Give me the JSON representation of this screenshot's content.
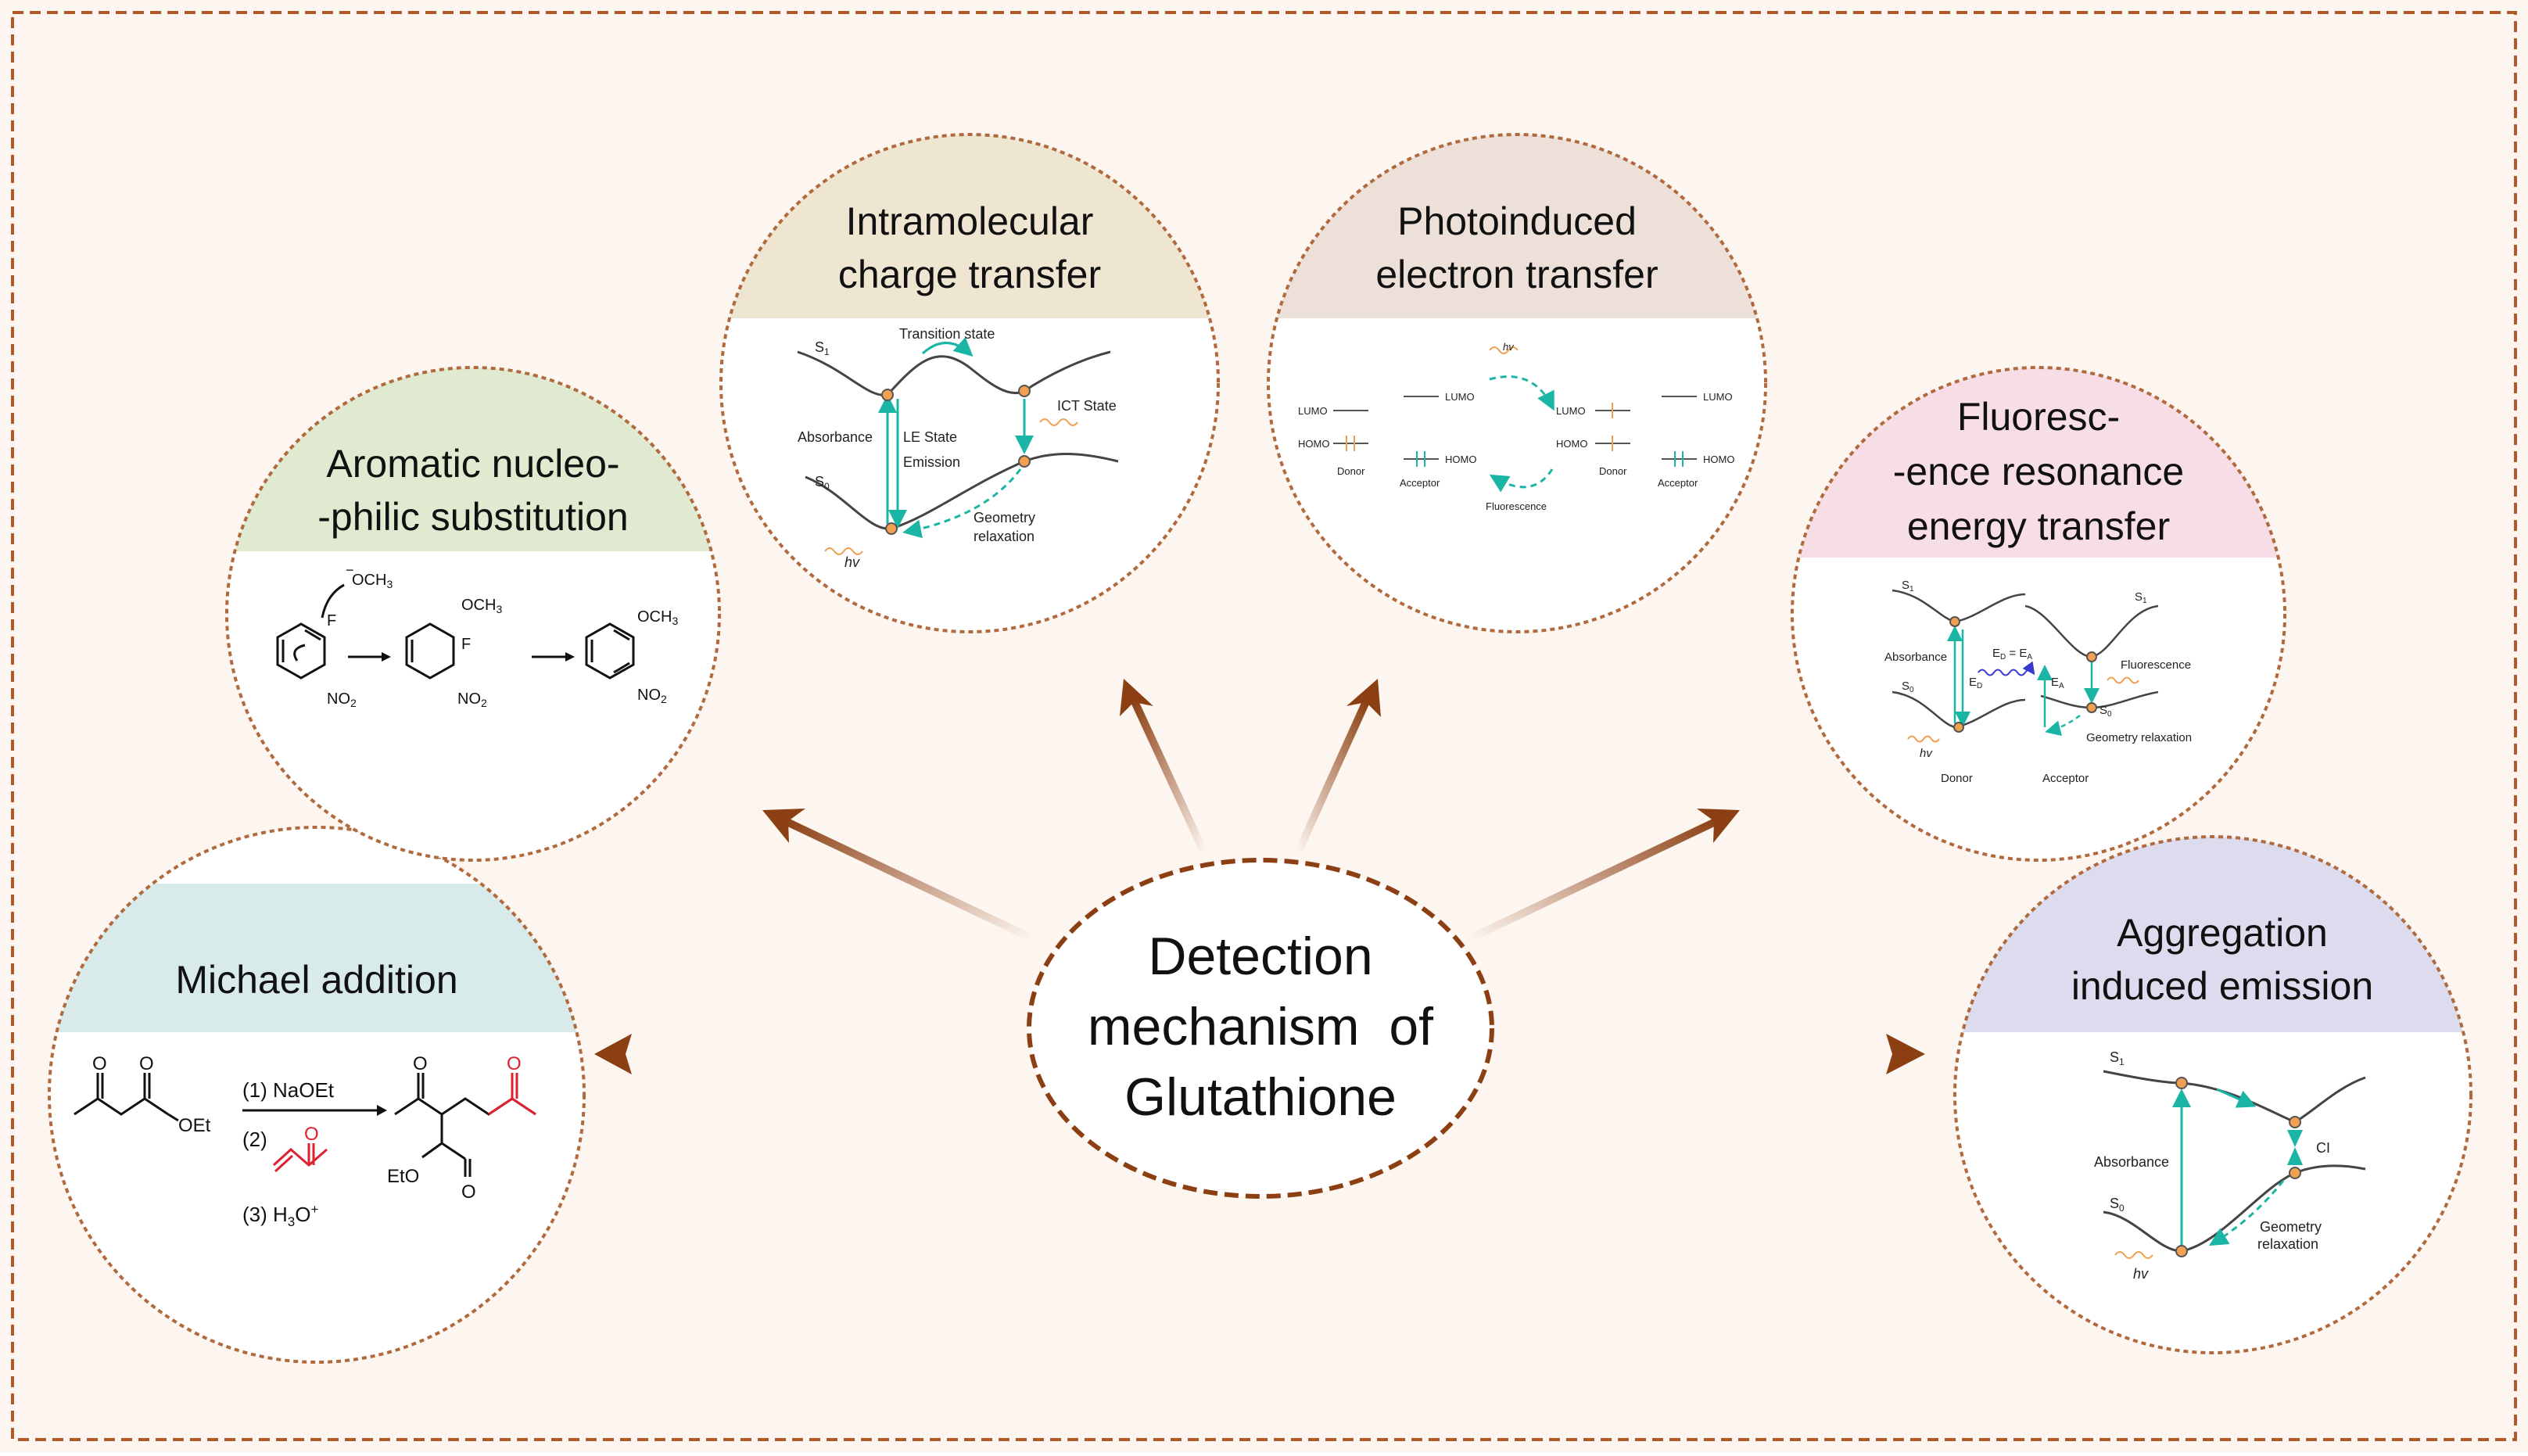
{
  "colors": {
    "background": "#fdf5ef",
    "frame": "#b05a2a",
    "arrow": "#8b3f12",
    "circle_border": "#b06a3e",
    "teal": "#1ab5a5",
    "orange": "#f0a050",
    "red": "#e0202e"
  },
  "center": {
    "line1": "Detection",
    "line2": "mechanism  of",
    "line3": "Glutathione"
  },
  "michael": {
    "title": "Michael addition",
    "step1": "(1) NaOEt",
    "step2": "(2)",
    "step3": "(3) H",
    "step3_sub": "3",
    "step3_end": "O",
    "step3_sup": "+",
    "o": "O",
    "oet": "OEt",
    "eto": "EtO"
  },
  "snar": {
    "title_line1": "Aromatic nucleo-",
    "title_line2": "-philic substitution",
    "och3": "OCH",
    "sub3": "3",
    "minus": "−",
    "f": "F",
    "no2": "NO",
    "sub2": "2"
  },
  "ict": {
    "title_line1": "Intramolecular",
    "title_line2": "charge transfer",
    "s1": "S",
    "s1_sub": "1",
    "s0": "S",
    "s0_sub": "0",
    "transition": "Transition state",
    "ict_state": "ICT State",
    "absorbance": "Absorbance",
    "le_state": "LE State",
    "emission": "Emission",
    "geometry": "Geometry",
    "relaxation": "relaxation",
    "hv": "hv"
  },
  "pet": {
    "title_line1": "Photoinduced",
    "title_line2": "electron transfer",
    "lumo": "LUMO",
    "homo": "HOMO",
    "donor": "Donor",
    "acceptor": "Acceptor",
    "fluorescence": "Fluorescence",
    "hv": "hv"
  },
  "fret": {
    "title_line1": "Fluoresc-",
    "title_line2": "-ence resonance",
    "title_line3": "energy transfer",
    "s1": "S",
    "s1_sub": "1",
    "s0": "S",
    "s0_sub": "0",
    "absorbance": "Absorbance",
    "ed": "E",
    "ed_sub": "D",
    "ea": "E",
    "ea_sub": "A",
    "eq": "E",
    "eq_rest": " = E",
    "fluorescence": "Fluorescence",
    "geometry": "Geometry relaxation",
    "donor": "Donor",
    "acceptor": "Acceptor",
    "hv": "hv"
  },
  "aie": {
    "title_line1": "Aggregation",
    "title_line2": "induced emission",
    "s1": "S",
    "s1_sub": "1",
    "s0": "S",
    "s0_sub": "0",
    "absorbance": "Absorbance",
    "ci": "CI",
    "geometry": "Geometry",
    "relaxation": "relaxation",
    "hv": "hv"
  }
}
